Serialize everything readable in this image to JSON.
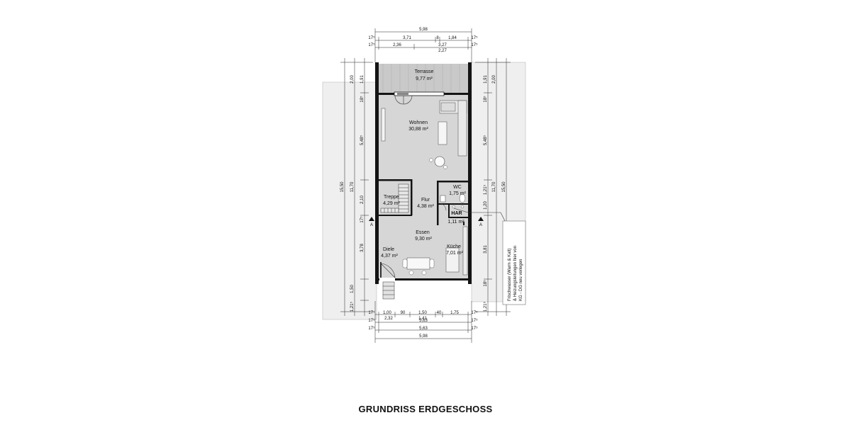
{
  "title": "GRUNDRISS ERDGESCHOSS",
  "colors": {
    "wall": "#141414",
    "floor": "#d4d4d4",
    "garden": "#efefef",
    "terrace": "#c2c2c2",
    "line": "#333333"
  },
  "rooms": {
    "terrasse": {
      "name": "Terrasse",
      "area": "9,77 m²"
    },
    "wohnen": {
      "name": "Wohnen",
      "area": "30,88 m²"
    },
    "treppe": {
      "name": "Treppe",
      "area": "4,29 m²"
    },
    "flur": {
      "name": "Flur",
      "area": "4,38 m²"
    },
    "wc": {
      "name": "WC",
      "area": "1,75 m²"
    },
    "har": {
      "name": "HAR",
      "area": "1,11 m²"
    },
    "essen": {
      "name": "Essen",
      "area": "9,30 m²"
    },
    "diele": {
      "name": "Diele",
      "area": "4,37 m²"
    },
    "kueche": {
      "name": "Küche",
      "area": "7,01 m²"
    }
  },
  "dims_top": {
    "overall": "5,98",
    "row1": [
      "17⁵",
      "3,71",
      "8",
      "1,84",
      "17⁵"
    ],
    "row2": [
      "17⁵",
      "2,36",
      "3,27",
      "17⁵"
    ],
    "row2_sub": "2,27"
  },
  "dims_bottom": {
    "row1": [
      "17⁵",
      "1,00",
      "90",
      "1,50",
      "40",
      "1,75",
      "17⁵"
    ],
    "row1_sub": [
      "2,32",
      "1,41"
    ],
    "row2": [
      "17⁵",
      "5,63",
      "17⁵"
    ],
    "row3": [
      "17⁵",
      "5,63",
      "17⁵"
    ],
    "overall": "5,98"
  },
  "dims_left": {
    "outer": "15,50",
    "mid": "11,70",
    "inner": [
      "2,00",
      "1,91",
      "18⁵",
      "5,48⁵",
      "2,10",
      "17⁵",
      "3,78",
      "1,50",
      "1,21⁵"
    ]
  },
  "dims_right": {
    "outer": "15,50",
    "mid": "11,70",
    "inner": [
      "1,91",
      "2,00",
      "18⁵",
      "5,48⁵",
      "1,21⁵",
      "1,20",
      "3,81",
      "18⁵",
      "1,21⁵"
    ]
  },
  "note": [
    "Frischwasser (Warm & Kalt)",
    "& Heizungsleitungen hier von",
    "KG - DG neu verlegen"
  ]
}
